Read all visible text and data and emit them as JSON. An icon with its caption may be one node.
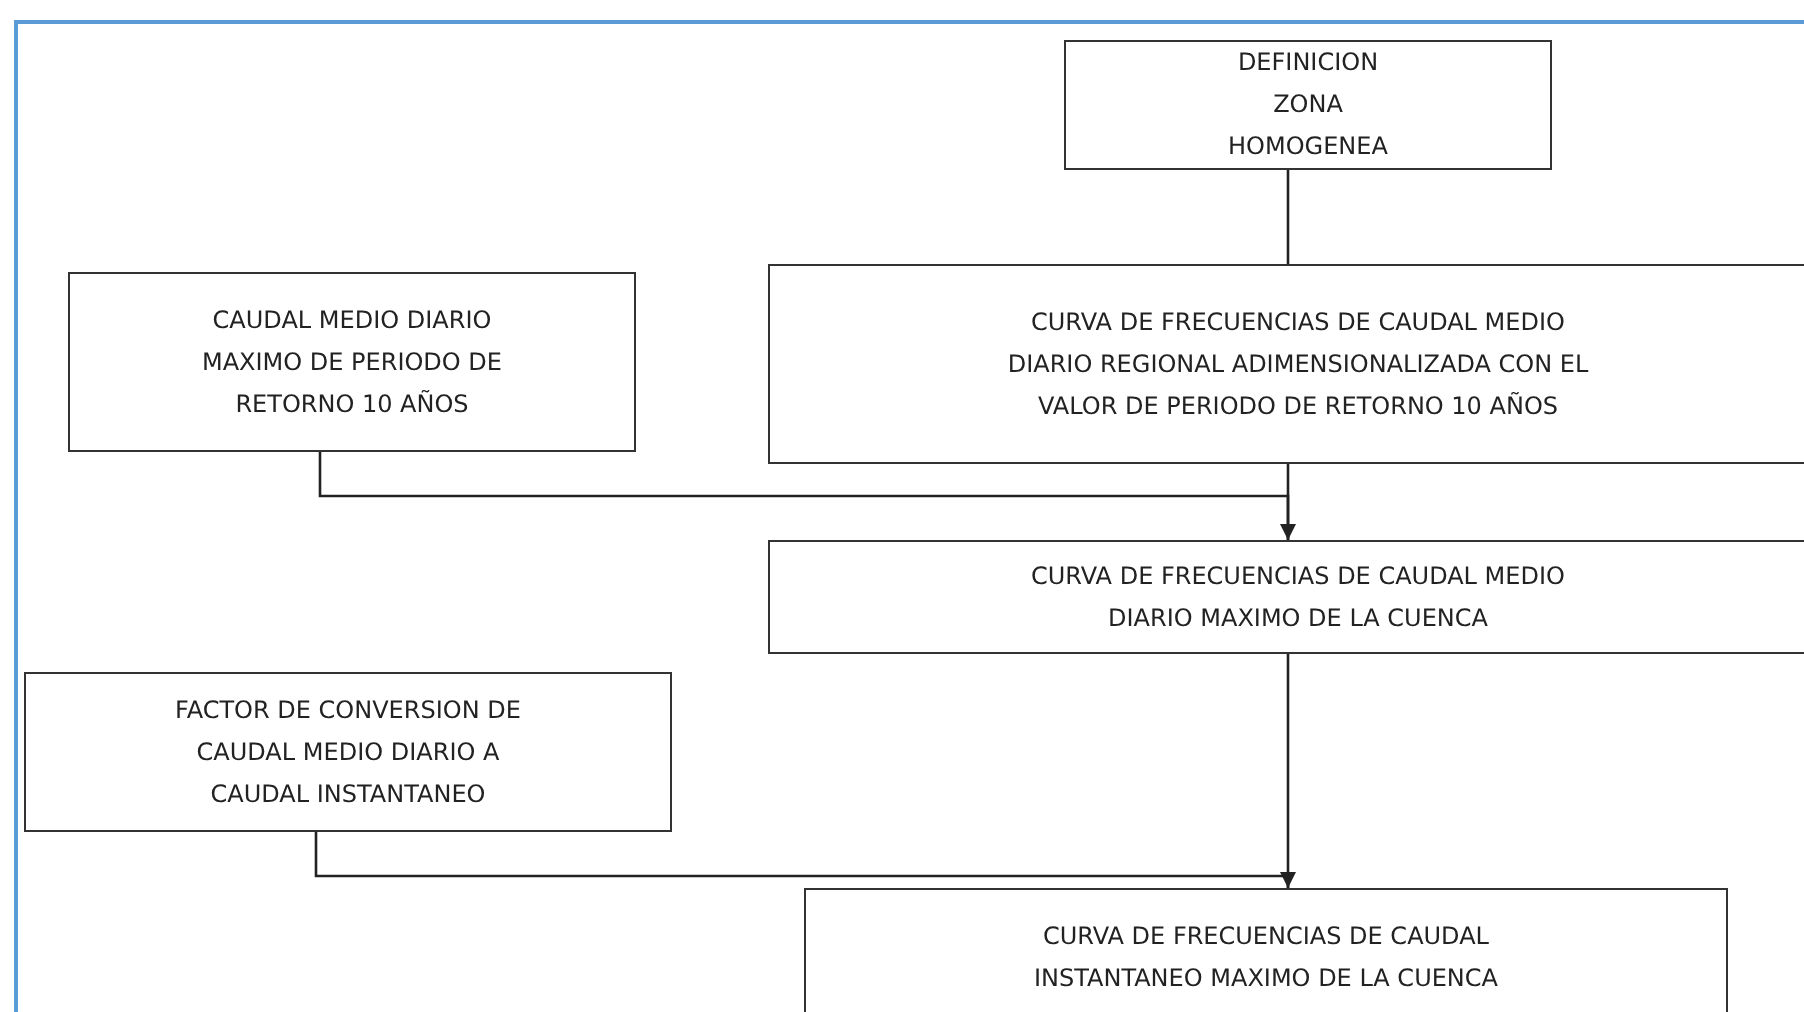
{
  "diagram": {
    "nodes": [
      {
        "text": [
          "DEFINICION ZONA HOMOGENEA"
        ]
      },
      {
        "text": [
          "CAUDAL MEDIO DIARIO MAXIMO DE PERIODO DE RETORNO 10 AÑOS"
        ]
      },
      {
        "text": [
          "CURVA DE FRECUENCIAS DE CAUDAL MEDIO DIARIO REGIONAL ADIMENSIONALIZADA CON EL VALOR DE PERIODO DE RETORNO 10 AÑOS"
        ]
      },
      {
        "text": [
          "CURVA DE FRECUENCIAS DE CAUDAL MEDIO DIARIO MAXIMO DE LA CUENCA"
        ]
      },
      {
        "text": [
          "FACTOR DE CONVERSION DE CAUDAL MEDIO DIARIO A CAUDAL INSTANTANEO"
        ]
      },
      {
        "text": [
          "CURVA DE FRECUENCIAS DE CAUDAL INSTANTANEO MAXIMO DE LA CUENCA"
        ]
      }
    ],
    "edges": [
      {
        "from": 0,
        "to": 2,
        "arrow": "none"
      },
      {
        "from": 2,
        "to": 3,
        "arrow": "none"
      },
      {
        "from": 1,
        "to": 3,
        "arrow": "to"
      },
      {
        "from": 3,
        "to": 5,
        "arrow": "none"
      },
      {
        "from": 4,
        "to": 5,
        "arrow": "to"
      }
    ]
  }
}
